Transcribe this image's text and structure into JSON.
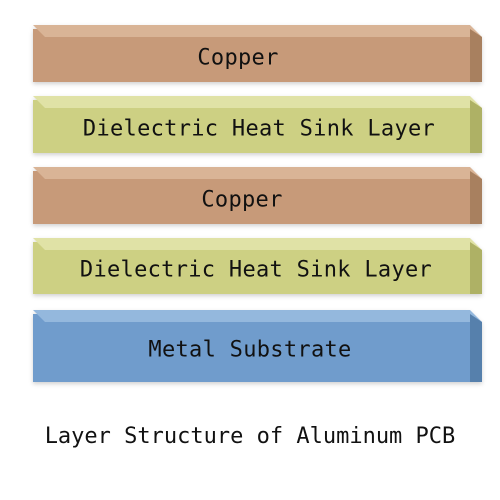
{
  "layers": [
    {
      "label": "Copper",
      "front": "#c79a79",
      "top": "#d9b496",
      "side": "#a8805f"
    },
    {
      "label": "Dielectric Heat Sink Layer",
      "front": "#cdd083",
      "top": "#e0e2a6",
      "side": "#aeb165"
    },
    {
      "label": "Copper",
      "front": "#c79a79",
      "top": "#d9b496",
      "side": "#a8805f"
    },
    {
      "label": "Dielectric Heat Sink Layer",
      "front": "#cdd083",
      "top": "#e0e2a6",
      "side": "#aeb165"
    },
    {
      "label": "Metal Substrate",
      "front": "#6f9ccc",
      "top": "#94b8dd",
      "side": "#5680ac"
    }
  ],
  "caption": "Layer Structure of Aluminum PCB"
}
